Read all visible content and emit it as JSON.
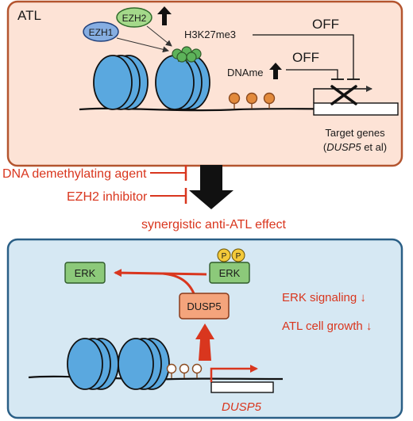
{
  "top_panel": {
    "label": "ATL",
    "ezh1": "EZH1",
    "ezh2": "EZH2",
    "h3k27me3": "H3K27me3",
    "dname": "DNAme",
    "off_upper": "OFF",
    "off_lower": "OFF",
    "target_line1": "Target genes",
    "target_line2_gene": "DUSP5",
    "target_line2_rest": " et al)",
    "target_line2_open": "("
  },
  "middle": {
    "agent1": "DNA demethylating agent",
    "agent2": "EZH2 inhibitor",
    "effect": "synergistic anti-ATL effect"
  },
  "bottom_panel": {
    "erk_left": "ERK",
    "erk_right": "ERK",
    "phospho": "P",
    "dusp5_box": "DUSP5",
    "erk_signaling": "ERK signaling ↓",
    "atl_growth": "ATL cell growth ↓",
    "gene_label": "DUSP5"
  },
  "colors": {
    "top_bg": "#fde3d6",
    "top_border": "#b4552f",
    "bottom_bg": "#d6e8f3",
    "bottom_border": "#2a5f86",
    "nucleosome": "#5aa8df",
    "accent_red": "#d9361e",
    "green_marks": "#5db35a",
    "orange_marks": "#e28a3c",
    "brown_marks": "#9a5a3c",
    "erk_green": "#8cc97a",
    "dusp5_orange": "#f4a47c",
    "ezh1_blue": "#86aee2",
    "ezh2_green": "#a4d98a",
    "phospho_yellow": "#f3c93a"
  }
}
